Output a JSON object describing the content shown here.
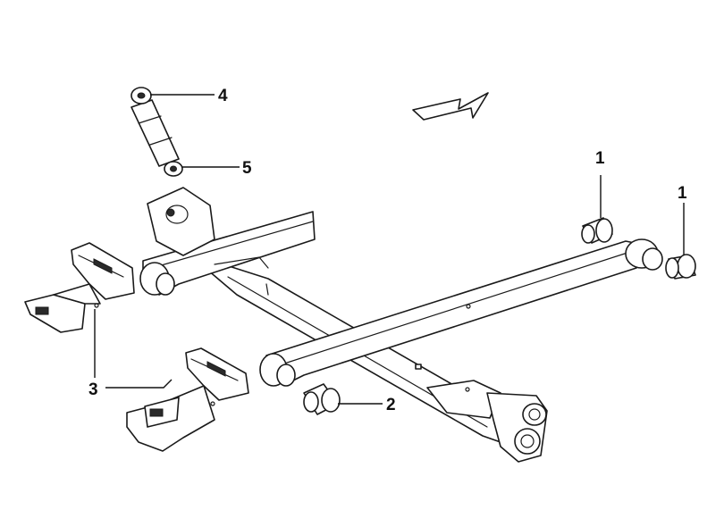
{
  "callouts": {
    "part_1a": "1",
    "part_1b": "1",
    "part_2": "2",
    "part_3": "3",
    "part_4": "4",
    "part_5": "5"
  },
  "colors": {
    "line": "#1a1a1a",
    "background": "#ffffff"
  },
  "icons": {
    "direction_arrow": "arrow-up-right-icon"
  }
}
